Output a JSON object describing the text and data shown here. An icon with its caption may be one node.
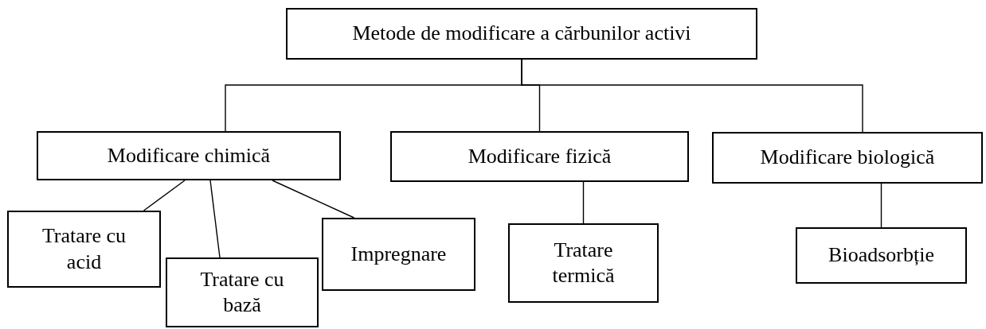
{
  "diagram": {
    "nodes": [
      {
        "text": [
          "Metode de modificare a cărbunilor activi"
        ]
      },
      {
        "text": [
          "Modificare chimică"
        ]
      },
      {
        "text": [
          "Modificare fizică"
        ]
      },
      {
        "text": [
          "Modificare biologică"
        ]
      },
      {
        "text": [
          "Tratare cu acid"
        ]
      },
      {
        "text": [
          "Tratare cu bază"
        ]
      },
      {
        "text": [
          "Impregnare"
        ]
      },
      {
        "text": [
          "Tratare termică"
        ]
      },
      {
        "text": [
          "Bioadsorbție"
        ]
      }
    ],
    "edges": [
      {
        "from": 0,
        "to": 1,
        "arrow": "none"
      },
      {
        "from": 0,
        "to": 2,
        "arrow": "none"
      },
      {
        "from": 0,
        "to": 3,
        "arrow": "none"
      },
      {
        "from": 1,
        "to": 4,
        "arrow": "none"
      },
      {
        "from": 1,
        "to": 5,
        "arrow": "none"
      },
      {
        "from": 1,
        "to": 6,
        "arrow": "none"
      },
      {
        "from": 2,
        "to": 7,
        "arrow": "none"
      },
      {
        "from": 3,
        "to": 8,
        "arrow": "none"
      }
    ]
  }
}
